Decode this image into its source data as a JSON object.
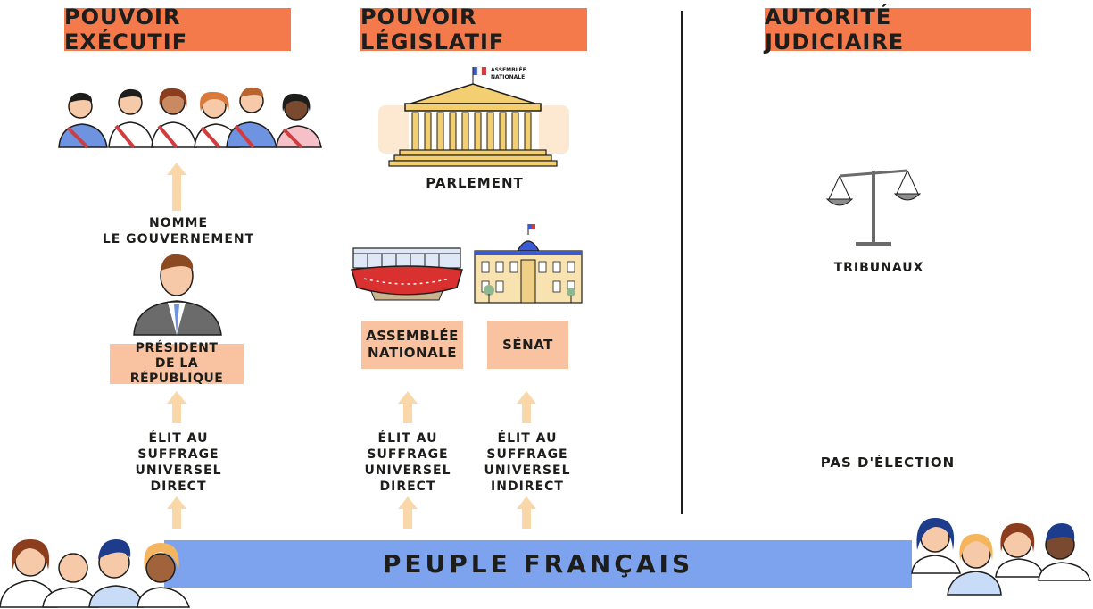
{
  "headers": {
    "executive": "Pouvoir exécutif",
    "legislative": "Pouvoir législatif",
    "judicial": "Autorité judiciaire"
  },
  "executive": {
    "nomme": "NOMME\nLE GOUVERNEMENT",
    "president": "PRÉSIDENT\nDE LA RÉPUBLIQUE",
    "election": "ÉLIT AU\nSUFFRAGE\nUNIVERSEL\nDIRECT"
  },
  "legislative": {
    "flag_label": "ASSEMBLÉE\nNATIONALE",
    "parlement": "PARLEMENT",
    "assemblee": "ASSEMBLÉE\nNATIONALE",
    "senat": "SÉNAT",
    "election_direct": "ÉLIT AU\nSUFFRAGE\nUNIVERSEL\nDIRECT",
    "election_indirect": "ÉLIT AU\nSUFFRAGE\nUNIVERSEL\nINDIRECT"
  },
  "judicial": {
    "tribunaux": "TRIBUNAUX",
    "pas_election": "PAS D'ÉLECTION"
  },
  "people": "PEUPLE FRANÇAIS",
  "colors": {
    "header": "#f47a4b",
    "box": "#f9c3a2",
    "arrow": "#fad7a8",
    "banner": "#7ea3ee"
  }
}
